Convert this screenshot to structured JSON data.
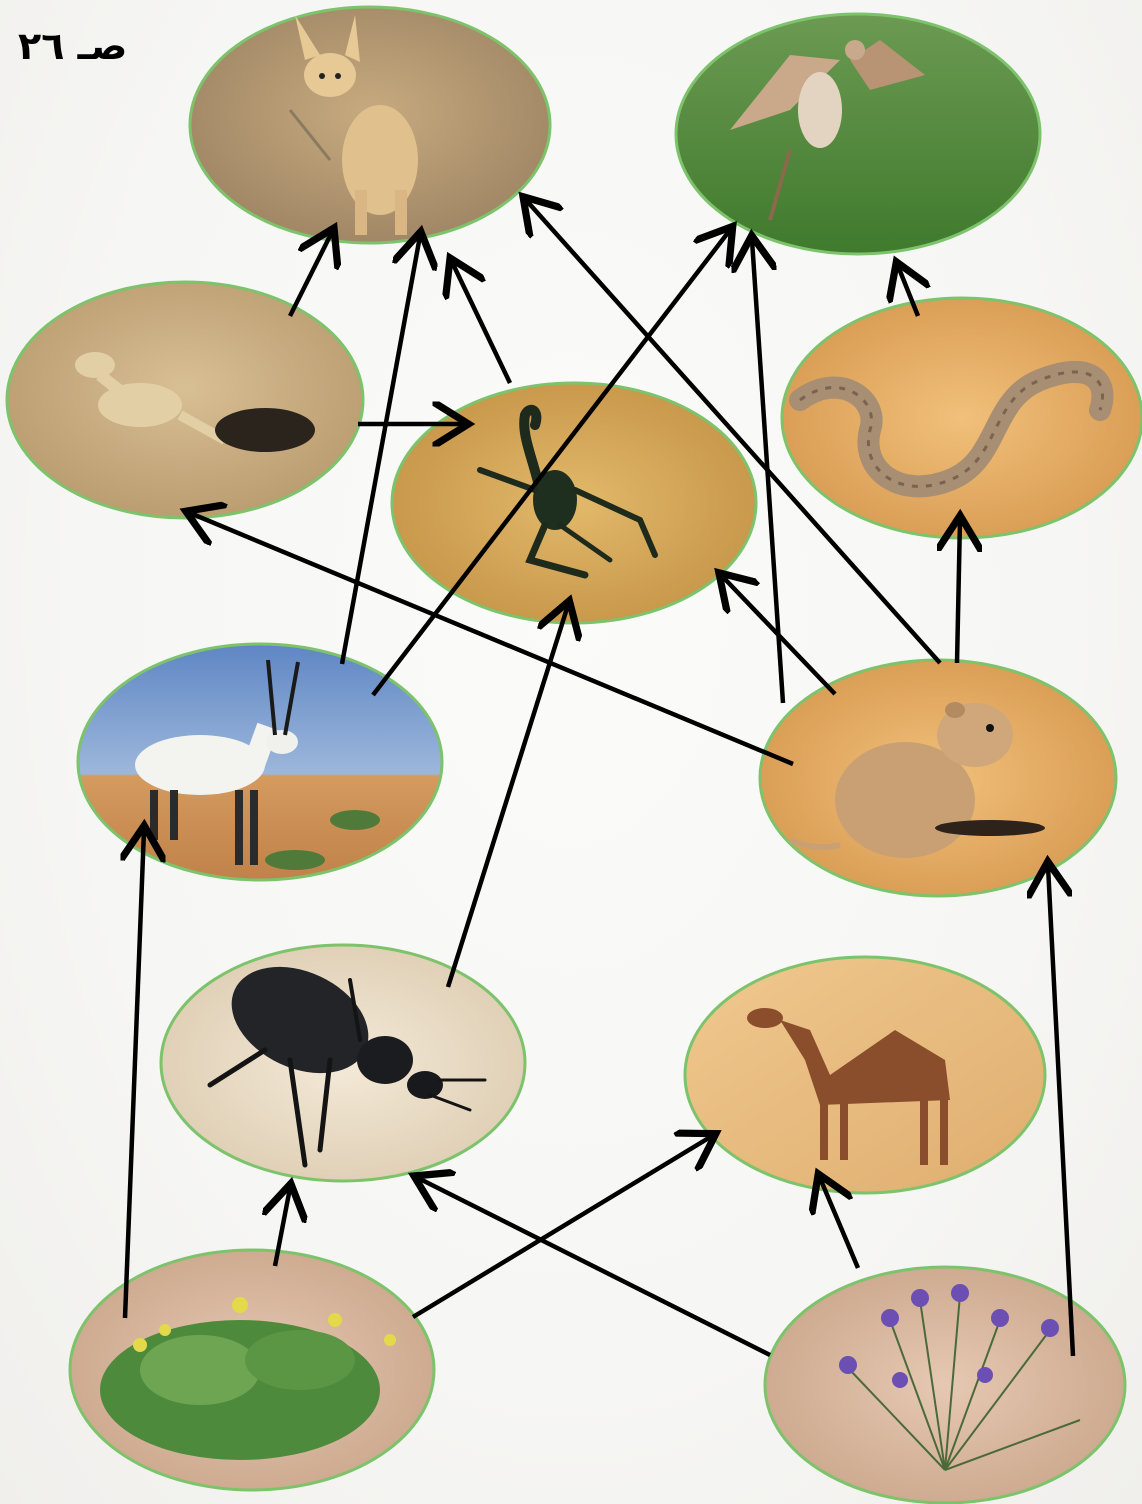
{
  "page_label": "صـ ٢٦",
  "organisms": [
    {
      "id": "fox",
      "icon": "fox-icon"
    },
    {
      "id": "falcon",
      "icon": "falcon-icon"
    },
    {
      "id": "lizard",
      "icon": "lizard-icon"
    },
    {
      "id": "scorpion",
      "icon": "scorpion-icon"
    },
    {
      "id": "viper",
      "icon": "viper-icon"
    },
    {
      "id": "oryx",
      "icon": "oryx-icon"
    },
    {
      "id": "gerbil",
      "icon": "gerbil-icon"
    },
    {
      "id": "beetle",
      "icon": "beetle-icon"
    },
    {
      "id": "camel",
      "icon": "camel-icon"
    },
    {
      "id": "shrub",
      "icon": "shrub-icon"
    },
    {
      "id": "iris",
      "icon": "iris-flower-icon"
    }
  ],
  "links": [
    [
      "lizard",
      "fox"
    ],
    [
      "oryx",
      "fox"
    ],
    [
      "scorpion",
      "fox"
    ],
    [
      "gerbil",
      "fox"
    ],
    [
      "oryx",
      "falcon"
    ],
    [
      "gerbil",
      "falcon"
    ],
    [
      "viper",
      "falcon"
    ],
    [
      "lizard",
      "scorpion"
    ],
    [
      "beetle",
      "scorpion"
    ],
    [
      "gerbil",
      "scorpion"
    ],
    [
      "gerbil",
      "lizard"
    ],
    [
      "gerbil",
      "viper"
    ],
    [
      "shrub",
      "oryx"
    ],
    [
      "iris",
      "gerbil"
    ],
    [
      "shrub",
      "beetle"
    ],
    [
      "iris",
      "beetle"
    ],
    [
      "shrub",
      "camel"
    ],
    [
      "iris",
      "camel"
    ]
  ],
  "colors": {
    "ellipse_border": "#7cc36b",
    "arrow": "#000000",
    "sand": "#d8b98a",
    "grass": "#4f8a3a",
    "sky": "#6f94c8"
  }
}
